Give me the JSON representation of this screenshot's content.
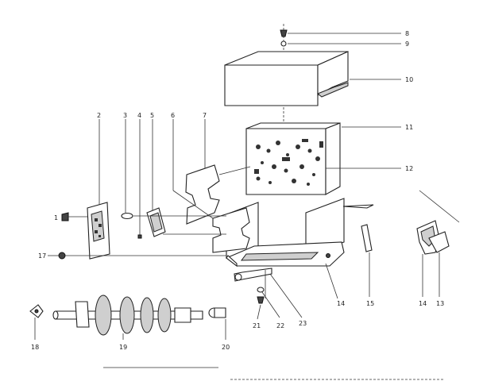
{
  "callouts": [
    {
      "id": "c8",
      "text": "8"
    },
    {
      "id": "c9",
      "text": "9"
    },
    {
      "id": "c10",
      "text": "10"
    },
    {
      "id": "c11",
      "text": "11"
    },
    {
      "id": "c12",
      "text": "12"
    },
    {
      "id": "c2",
      "text": "2"
    },
    {
      "id": "c3",
      "text": "3"
    },
    {
      "id": "c4",
      "text": "4"
    },
    {
      "id": "c5",
      "text": "5"
    },
    {
      "id": "c6",
      "text": "6"
    },
    {
      "id": "c7",
      "text": "7"
    },
    {
      "id": "c1",
      "text": "1"
    },
    {
      "id": "c17",
      "text": "17"
    },
    {
      "id": "c14a",
      "text": "14"
    },
    {
      "id": "c15",
      "text": "15"
    },
    {
      "id": "c14b",
      "text": "14"
    },
    {
      "id": "c13",
      "text": "13"
    },
    {
      "id": "c21",
      "text": "21"
    },
    {
      "id": "c22",
      "text": "22"
    },
    {
      "id": "c23",
      "text": "23"
    },
    {
      "id": "c18",
      "text": "18"
    },
    {
      "id": "c19",
      "text": "19"
    },
    {
      "id": "c20",
      "text": "20"
    }
  ]
}
